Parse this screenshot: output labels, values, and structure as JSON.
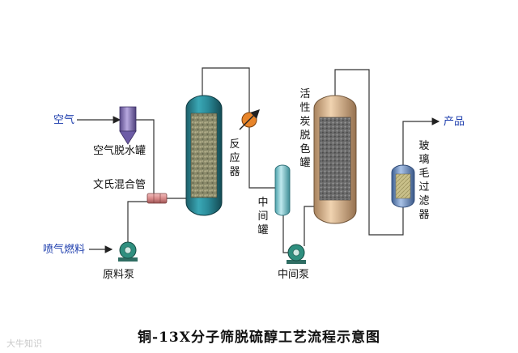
{
  "labels": {
    "air": "空气",
    "air_dehydrator": "空气脱水罐",
    "venturi_mixer": "文氏混合管",
    "jet_fuel": "喷气燃料",
    "raw_pump": "原料泵",
    "reactor": "反应器",
    "intermediate_tank": "中间罐",
    "intermediate_pump": "中间泵",
    "carbon_decolor_tank": "活性炭脱色罐",
    "glass_wool_filter": "玻璃毛过滤器",
    "product": "产品"
  },
  "caption": "铜-13X分子筛脱硫醇工艺流程示意图",
  "watermark": "大牛知识",
  "colors": {
    "reactor": "#2b8c9a",
    "tank": "#7fc7cf",
    "decolor_tank": "#d9b48a",
    "filter": "#6f8fbf",
    "dehydrator": "#8a74b8",
    "pump": "#2f8f7f",
    "mixer": "#d98a8a",
    "feed_label": "#1f3fae"
  },
  "icons": [
    "heat-exchanger-icon",
    "pump-icon"
  ]
}
